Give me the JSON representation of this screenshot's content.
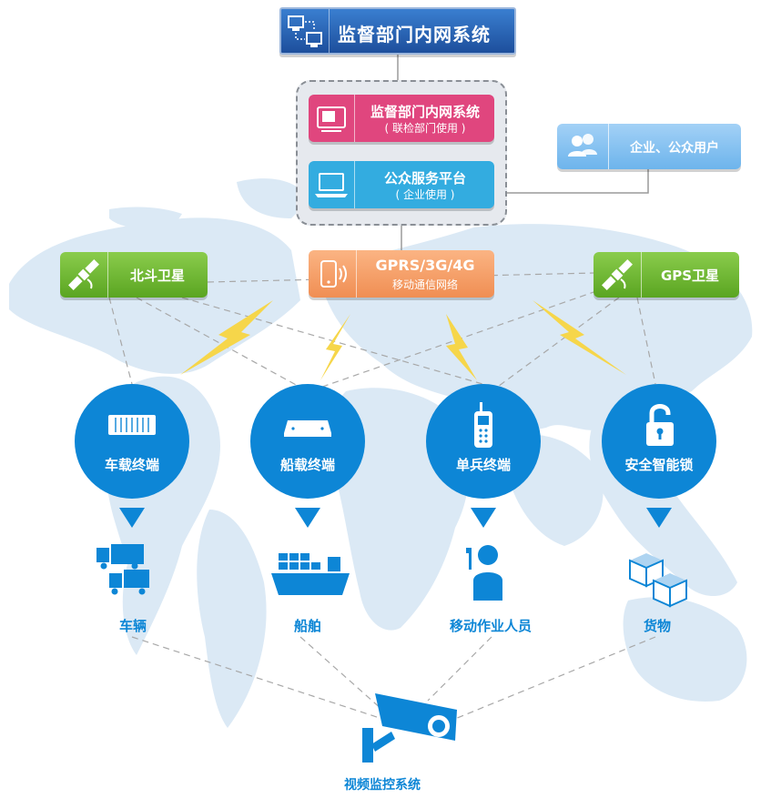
{
  "top_system": {
    "title": "监督部门内网系统",
    "icon": "network-computers-icon"
  },
  "platforms": [
    {
      "title": "监督部门内网系统",
      "subtitle": "( 联检部门使用 )",
      "icon": "document-screen-icon",
      "color": "#e0467e"
    },
    {
      "title": "公众服务平台",
      "subtitle": "( 企业使用 )",
      "icon": "laptop-icon",
      "color": "#33ace0"
    }
  ],
  "users": {
    "title": "企业、公众用户",
    "icon": "users-icon"
  },
  "network": {
    "title": "GPRS/3G/4G",
    "subtitle": "移动通信网络",
    "icon": "mobile-signal-icon"
  },
  "satellites": [
    {
      "title": "北斗卫星",
      "icon": "satellite-icon"
    },
    {
      "title": "GPS卫星",
      "icon": "satellite-icon"
    }
  ],
  "terminals": [
    {
      "title": "车载终端",
      "icon": "vehicle-terminal-icon"
    },
    {
      "title": "船载终端",
      "icon": "ship-terminal-icon"
    },
    {
      "title": "单兵终端",
      "icon": "walkie-talkie-icon"
    },
    {
      "title": "安全智能锁",
      "icon": "padlock-icon"
    }
  ],
  "objects": [
    {
      "title": "车辆",
      "icon": "trucks-icon"
    },
    {
      "title": "船舶",
      "icon": "cargo-ship-icon"
    },
    {
      "title": "移动作业人员",
      "icon": "worker-icon"
    },
    {
      "title": "货物",
      "icon": "cargo-boxes-icon"
    }
  ],
  "cctv": {
    "title": "视频监控系统",
    "icon": "cctv-camera-icon"
  },
  "colors": {
    "map": "#dbe9f5",
    "primary_blue": "#0d86d6",
    "connector": "#a8a8a8",
    "lightning": "#f6d64a"
  }
}
